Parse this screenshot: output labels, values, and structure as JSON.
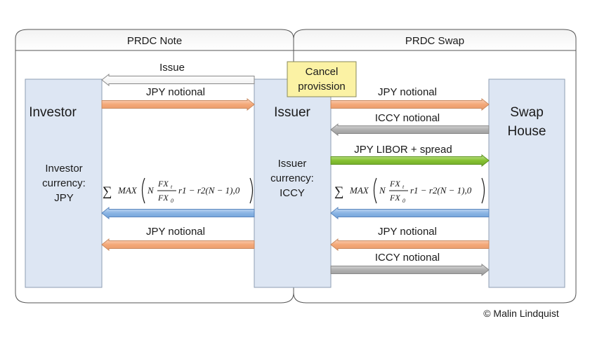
{
  "panels": {
    "left_title": "PRDC Note",
    "right_title": "PRDC Swap"
  },
  "entities": {
    "investor": {
      "name": "Investor",
      "currency_line1": "Investor",
      "currency_line2": "currency:",
      "currency_line3": "JPY"
    },
    "issuer": {
      "name": "Issuer",
      "currency_line1": "Issuer",
      "currency_line2": "currency:",
      "currency_line3": "ICCY"
    },
    "swap_house": {
      "name_line1": "Swap",
      "name_line2": "House"
    }
  },
  "cancel_provision": {
    "line1": "Cancel",
    "line2": "provission"
  },
  "arrows": {
    "issue": "Issue",
    "left_jpy_notional_top": "JPY notional",
    "left_jpy_notional_bottom": "JPY notional",
    "right_jpy_notional_top": "JPY notional",
    "right_iccy_notional_top": "ICCY notional",
    "right_libor": "JPY LIBOR + spread",
    "right_jpy_notional_bottom": "JPY notional",
    "right_iccy_notional_bottom": "ICCY notional"
  },
  "formula": {
    "sigma": "∑",
    "max": "MAX",
    "n": "N",
    "num": "FX",
    "num_sub": "t",
    "den": "FX",
    "den_sub": "0",
    "tail": "r1 − r2(N − 1),0"
  },
  "copyright": "© Malin Lindquist",
  "colors": {
    "box_fill": "#dde6f3",
    "box_stroke": "#8e9db3",
    "orange": "#f6b48f",
    "gray": "#b5b5b5",
    "green": "#8cc63f",
    "blue": "#8db4e2",
    "cancel_fill": "#fbf2a4"
  }
}
